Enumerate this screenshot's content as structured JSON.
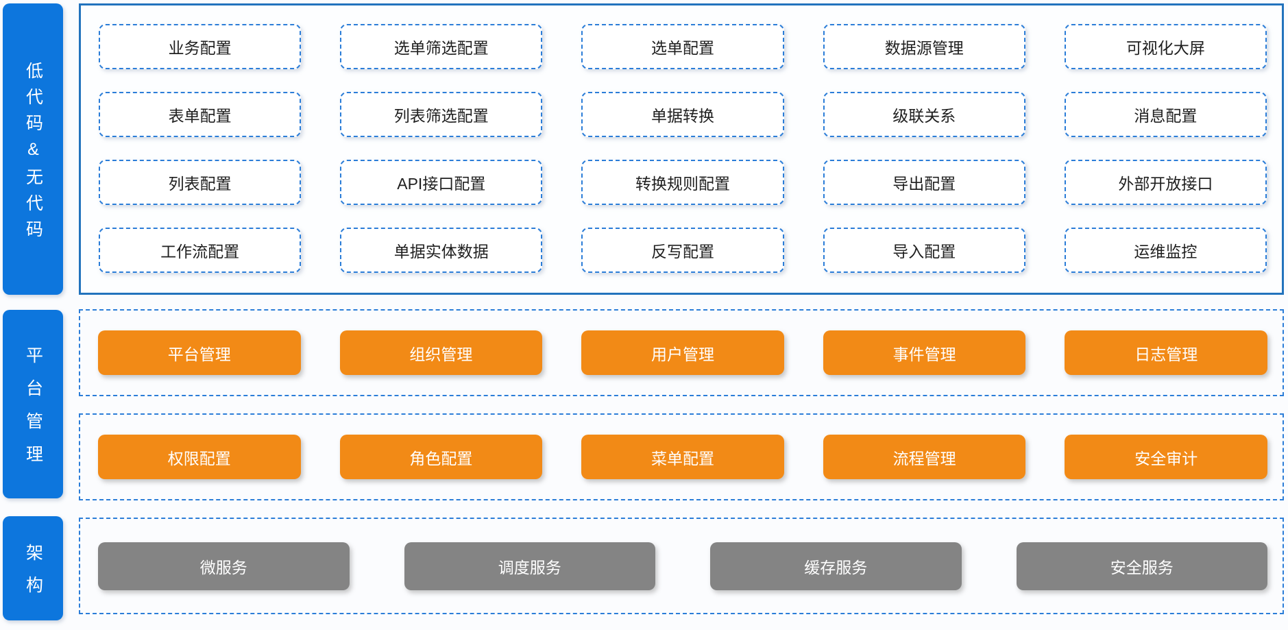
{
  "lowcode": {
    "sidebar_label": "低代码&无代码",
    "rows": [
      [
        "业务配置",
        "选单筛选配置",
        "选单配置",
        "数据源管理",
        "可视化大屏"
      ],
      [
        "表单配置",
        "列表筛选配置",
        "单据转换",
        "级联关系",
        "消息配置"
      ],
      [
        "列表配置",
        "API接口配置",
        "转换规则配置",
        "导出配置",
        "外部开放接口"
      ],
      [
        "工作流配置",
        "单据实体数据",
        "反写配置",
        "导入配置",
        "运维监控"
      ]
    ]
  },
  "platform": {
    "sidebar_label": "平台管理",
    "row1": [
      "平台管理",
      "组织管理",
      "用户管理",
      "事件管理",
      "日志管理"
    ],
    "row2": [
      "权限配置",
      "角色配置",
      "菜单配置",
      "流程管理",
      "安全审计"
    ]
  },
  "architecture": {
    "sidebar_label": "架构",
    "services": [
      "微服务",
      "调度服务",
      "缓存服务",
      "安全服务"
    ]
  },
  "colors": {
    "sidebar_blue": "#0d76dd",
    "solid_border_blue": "#2273bd",
    "dashed_border_blue": "#2b7dd8",
    "accent_orange": "#f28a16",
    "service_gray": "#848484"
  }
}
